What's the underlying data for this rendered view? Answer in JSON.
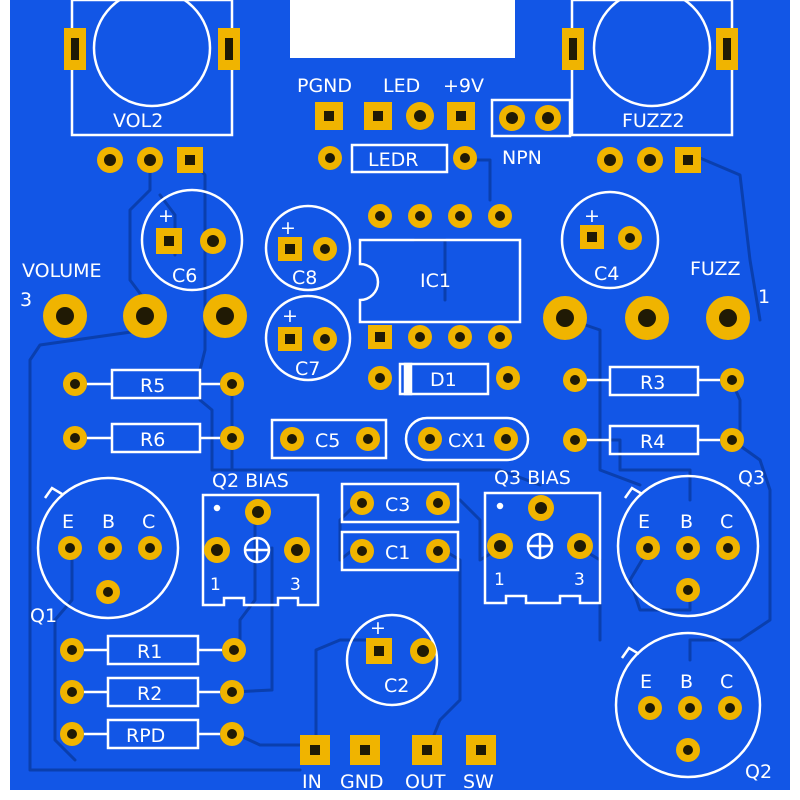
{
  "colors": {
    "board": "#1256e6",
    "pad": "#f0b400",
    "silk": "#ffffff",
    "trace": "#0a3fae"
  },
  "labels": {
    "vol2": "VOL2",
    "fuzz2": "FUZZ2",
    "pgnd": "PGND",
    "led": "LED",
    "plus9v": "+9V",
    "ledr": "LEDR",
    "npn": "NPN",
    "volume": "VOLUME",
    "volume_pin": "3",
    "fuzz": "FUZZ",
    "fuzz_pin": "1",
    "c6": "C6",
    "c8": "C8",
    "c7": "C7",
    "c4": "C4",
    "ic1": "IC1",
    "d1": "D1",
    "r5": "R5",
    "r6": "R6",
    "c5": "C5",
    "cx1": "CX1",
    "r3": "R3",
    "r4": "R4",
    "q2bias": "Q2 BIAS",
    "q3bias": "Q3 BIAS",
    "q3": "Q3",
    "c3": "C3",
    "c1": "C1",
    "q1": "Q1",
    "r1": "R1",
    "r2": "R2",
    "rpd": "RPD",
    "c2": "C2",
    "q2": "Q2",
    "in": "IN",
    "gnd": "GND",
    "out": "OUT",
    "sw": "SW",
    "pin1": "1",
    "pin3": "3",
    "e": "E",
    "b": "B",
    "c": "C",
    "plus": "+"
  }
}
